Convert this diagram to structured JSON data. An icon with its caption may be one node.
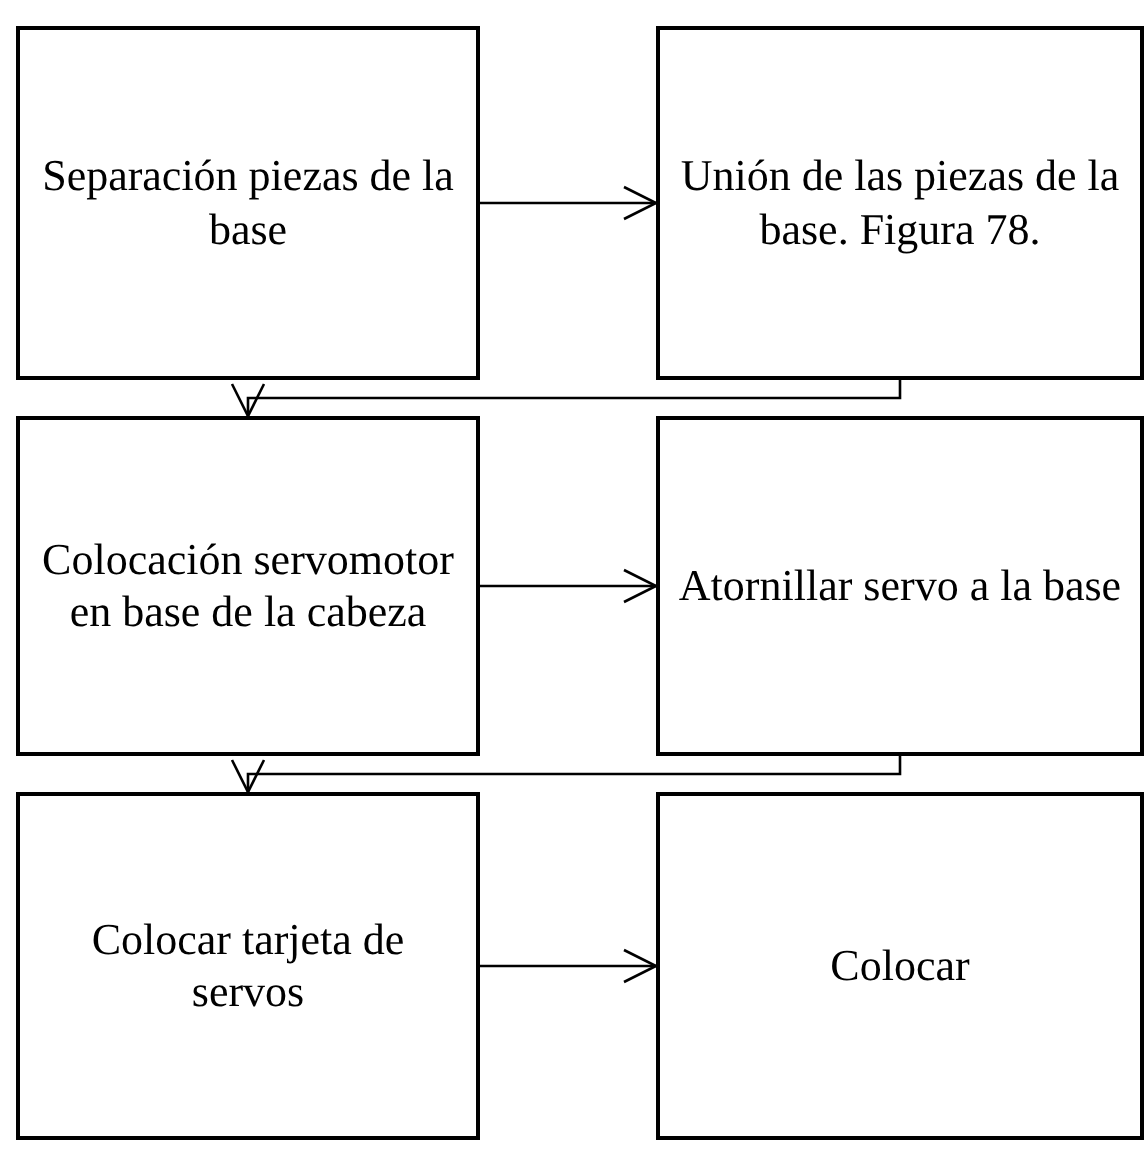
{
  "diagram": {
    "nodes": [
      {
        "text": [
          "Separación piezas de la base"
        ]
      },
      {
        "text": [
          "Unión de las piezas de la base. Figura 78."
        ]
      },
      {
        "text": [
          "Colocación servomotor en base de la cabeza"
        ]
      },
      {
        "text": [
          "Atornillar servo a la base"
        ]
      },
      {
        "text": [
          "Colocar tarjeta de servos"
        ]
      },
      {
        "text": [
          "Colocar"
        ]
      }
    ],
    "edges": [
      {
        "from": 0,
        "to": 1,
        "arrow": "to"
      },
      {
        "from": 1,
        "to": 2,
        "arrow": "to"
      },
      {
        "from": 2,
        "to": 3,
        "arrow": "to"
      },
      {
        "from": 3,
        "to": 4,
        "arrow": "to"
      },
      {
        "from": 4,
        "to": 5,
        "arrow": "to"
      }
    ]
  }
}
